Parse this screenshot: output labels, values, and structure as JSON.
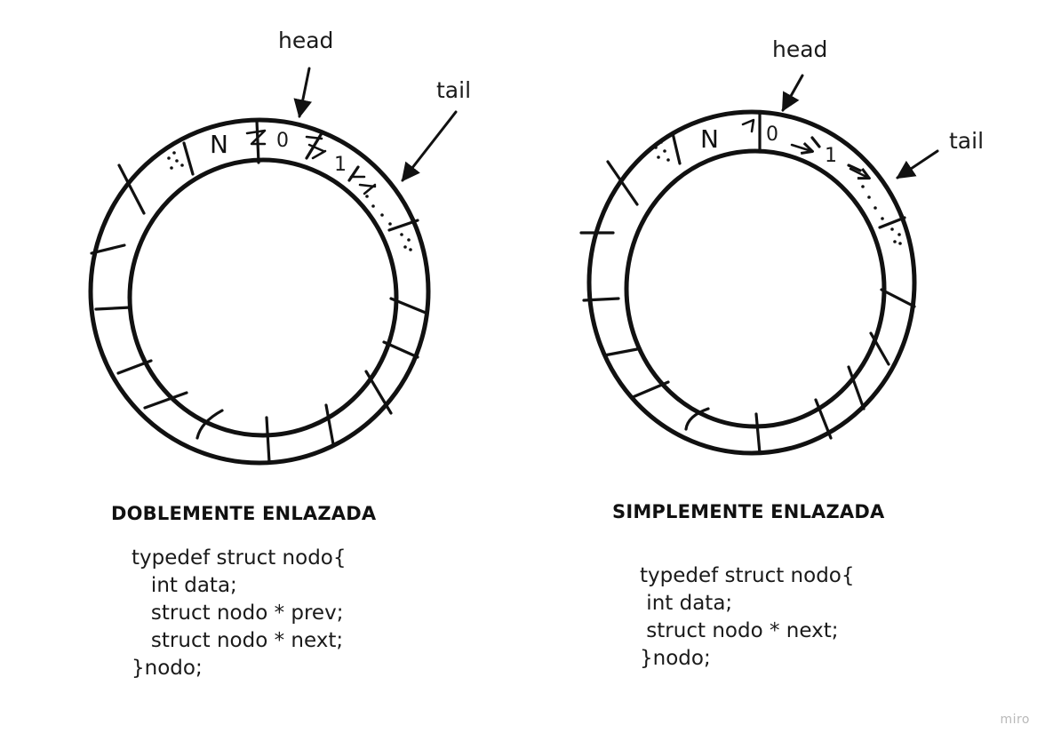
{
  "doubly": {
    "title": "DOBLEMENTE ENLAZADA",
    "head_label": "head",
    "tail_label": "tail",
    "node_labels": {
      "last": "N",
      "first": "0",
      "second": "1"
    },
    "code": [
      "typedef struct nodo{",
      "   int data;",
      "   struct nodo * prev;",
      "   struct nodo * next;",
      "}nodo;"
    ]
  },
  "singly": {
    "title": "SIMPLEMENTE ENLAZADA",
    "head_label": "head",
    "tail_label": "tail",
    "node_labels": {
      "last": "N",
      "first": "0",
      "second": "1"
    },
    "code": [
      "typedef struct nodo{",
      " int data;",
      " struct nodo * next;",
      "}nodo;"
    ]
  },
  "brand": "miro"
}
